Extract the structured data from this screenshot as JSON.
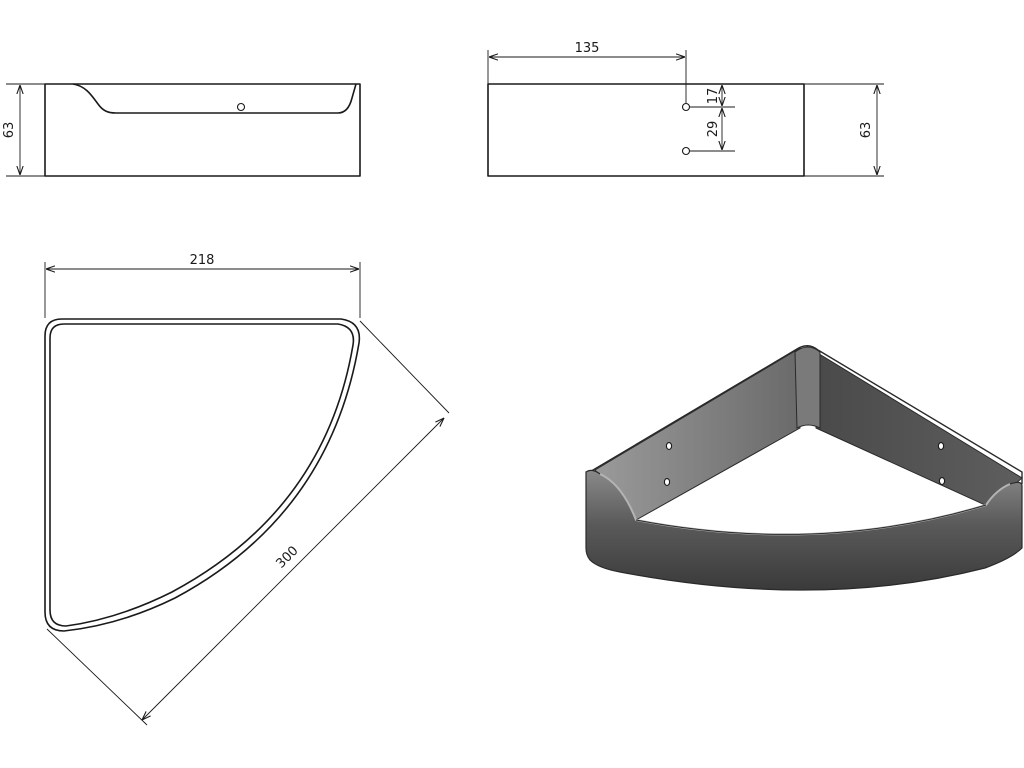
{
  "dimensions": {
    "front_height": "63",
    "top_length": "135",
    "hole_offset": "17",
    "hole_spacing": "29",
    "side_height": "63",
    "plan_width": "218",
    "plan_diagonal": "300"
  },
  "colors": {
    "line": "#1a1a1a",
    "render_dark": "#3c3c3c",
    "render_mid": "#6e6e6e",
    "render_light": "#a8a8a8"
  }
}
